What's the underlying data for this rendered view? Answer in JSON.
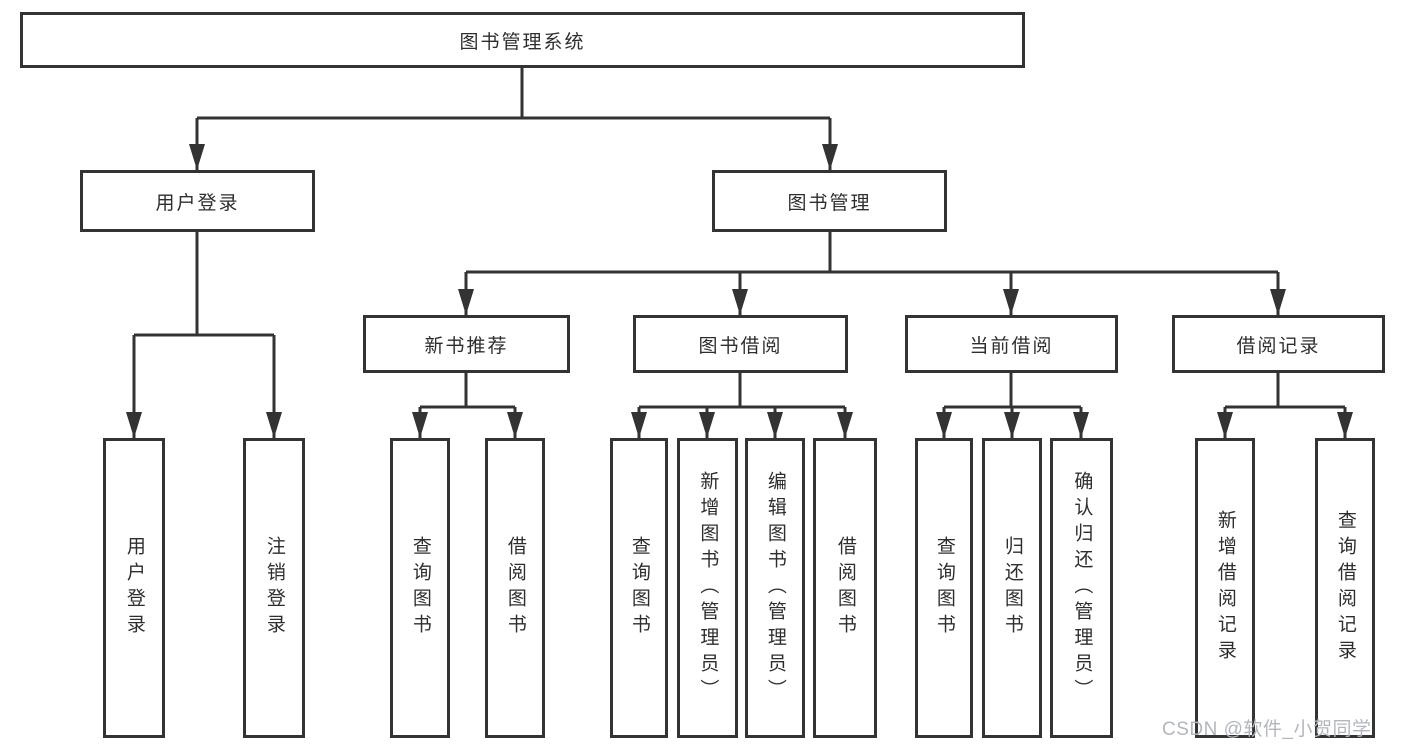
{
  "tree": {
    "root": {
      "label": "图书管理系统"
    },
    "branches": [
      {
        "label": "用户登录",
        "children": [
          {
            "label": "用户登录"
          },
          {
            "label": "注销登录"
          }
        ]
      },
      {
        "label": "图书管理",
        "children": [
          {
            "label": "新书推荐",
            "children": [
              {
                "label": "查询图书"
              },
              {
                "label": "借阅图书"
              }
            ]
          },
          {
            "label": "图书借阅",
            "children": [
              {
                "label": "查询图书"
              },
              {
                "label": "新增图书（管理员）"
              },
              {
                "label": "编辑图书（管理员）"
              },
              {
                "label": "借阅图书"
              }
            ]
          },
          {
            "label": "当前借阅",
            "children": [
              {
                "label": "查询图书"
              },
              {
                "label": "归还图书"
              },
              {
                "label": "确认归还（管理员）"
              }
            ]
          },
          {
            "label": "借阅记录",
            "children": [
              {
                "label": "新增借阅记录"
              },
              {
                "label": "查询借阅记录"
              }
            ]
          }
        ]
      }
    ]
  },
  "watermark": {
    "text": "CSDN @软件_小贺同学"
  },
  "colors": {
    "line": "#333333",
    "text": "#2e2e2e",
    "watermark": "#b3b7bd",
    "background": "#ffffff"
  }
}
